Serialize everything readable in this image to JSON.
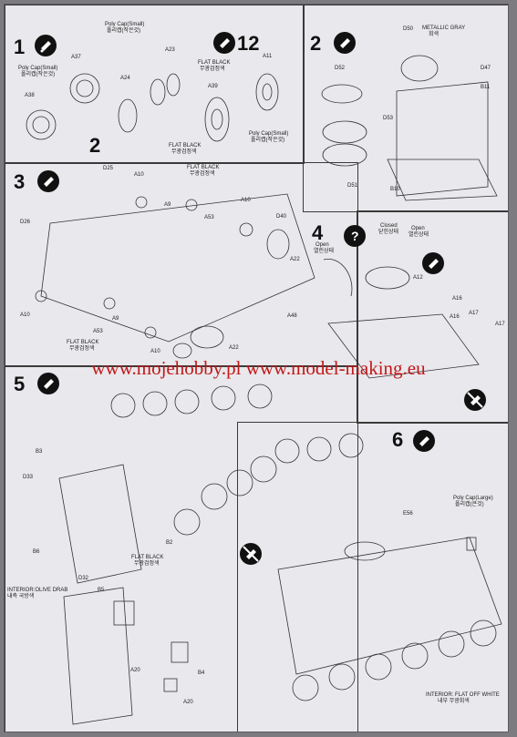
{
  "watermark": "www.mojehobby.pl www.model-making.eu",
  "steps": {
    "s1": "1",
    "s2": "2",
    "s12": "12",
    "s2b": "2",
    "s3": "3",
    "s4": "4",
    "s5": "5",
    "s6": "6"
  },
  "labels": {
    "poly_small_1": "Poly Cap(Small)",
    "poly_small_1k": "폴리캡(작은것)",
    "a37": "A37",
    "a38": "A38",
    "a24": "A24",
    "a23": "A23",
    "poly_small_2": "Poly Cap(Small)",
    "poly_small_2k": "폴리캡(작은것)",
    "flat_black_1": "FLAT BLACK",
    "flat_black_1k": "무광검정색",
    "a11": "A11",
    "a39": "A39",
    "flat_black_2": "FLAT BLACK",
    "flat_black_2k": "무광검정색",
    "poly_small_3": "Poly Cap(Small)",
    "poly_small_3k": "폴리캡(작은것)",
    "d50": "D50",
    "metallic_gray": "METALLIC GRAY",
    "metallic_gray_k": "회색",
    "d52": "D52",
    "d47": "D47",
    "b11": "B11",
    "d53": "D53",
    "d51": "D51",
    "b10": "B10",
    "d25": "D25",
    "a10_1": "A10",
    "flat_black_3": "FLAT BLACK",
    "flat_black_3k": "무광검정색",
    "a9_1": "A9",
    "a53_1": "A53",
    "a10_2": "A10",
    "d26": "D26",
    "d40": "D40",
    "a22_1": "A22",
    "a10_3": "A10",
    "a9_2": "A9",
    "a53_2": "A53",
    "flat_black_4": "FLAT BLACK",
    "flat_black_4k": "무광검정색",
    "a48": "A48",
    "a10_4": "A10",
    "a22_2": "A22",
    "closed": "Closed",
    "closed_k": "닫힌상태",
    "open1": "Open",
    "open1_k": "열린상태",
    "open2": "Open",
    "open2_k": "열린상태",
    "a12": "A12",
    "a16_1": "A16",
    "a16_2": "A16",
    "a17_1": "A17",
    "a17_2": "A17",
    "b3": "B3",
    "d33": "D33",
    "b6": "B6",
    "b2": "B2",
    "flat_black_5": "FLAT BLACK",
    "flat_black_5k": "무광검정색",
    "interior_olive": "INTERIOR:OLIVE DRAB",
    "interior_olive_k": "내측  국방색",
    "d32": "D32",
    "b5": "B5",
    "a20_1": "A20",
    "b4": "B4",
    "a20_2": "A20",
    "poly_large": "Poly Cap(Large)",
    "poly_large_k": "폴리캡(큰것)",
    "e56": "E56",
    "interior_flat": "INTERIOR: FLAT OFF WHITE",
    "interior_flat_k": "내부  무광회색"
  }
}
